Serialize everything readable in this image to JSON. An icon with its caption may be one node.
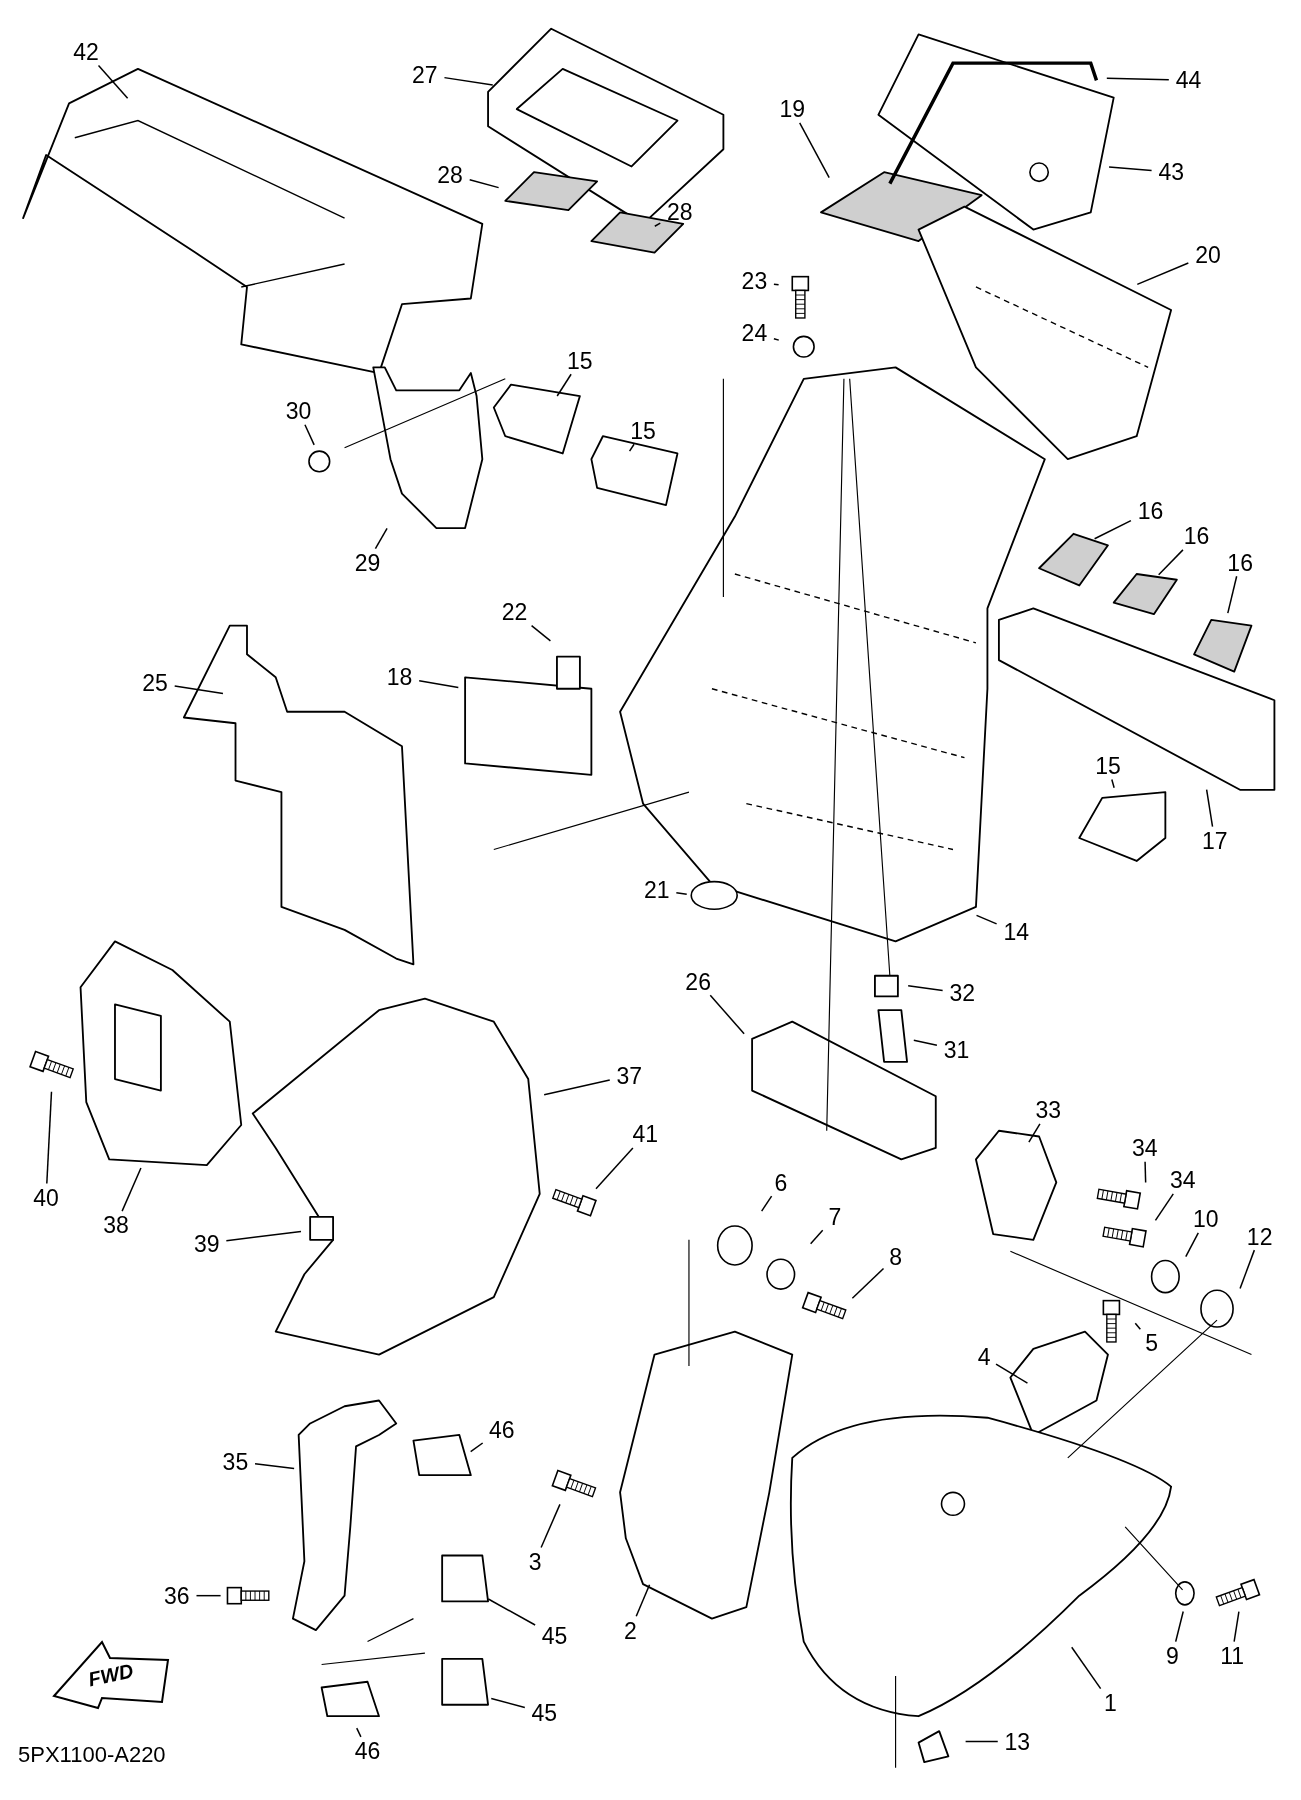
{
  "diagram": {
    "nodes": [
      {
        "text": [
          "42"
        ]
      },
      {
        "text": [
          "27"
        ]
      },
      {
        "text": [
          "28"
        ]
      },
      {
        "text": [
          "28"
        ]
      },
      {
        "text": [
          "19"
        ]
      },
      {
        "text": [
          "44"
        ]
      },
      {
        "text": [
          "43"
        ]
      },
      {
        "text": [
          "20"
        ]
      },
      {
        "text": [
          "23"
        ]
      },
      {
        "text": [
          "24"
        ]
      },
      {
        "text": [
          "15"
        ]
      },
      {
        "text": [
          "15"
        ]
      },
      {
        "text": [
          "30"
        ]
      },
      {
        "text": [
          "29"
        ]
      },
      {
        "text": [
          "16"
        ]
      },
      {
        "text": [
          "16"
        ]
      },
      {
        "text": [
          "16"
        ]
      },
      {
        "text": [
          "22"
        ]
      },
      {
        "text": [
          "25"
        ]
      },
      {
        "text": [
          "18"
        ]
      },
      {
        "text": [
          "15"
        ]
      },
      {
        "text": [
          "17"
        ]
      },
      {
        "text": [
          "21"
        ]
      },
      {
        "text": [
          "14"
        ]
      },
      {
        "text": [
          "26"
        ]
      },
      {
        "text": [
          "32"
        ]
      },
      {
        "text": [
          "31"
        ]
      },
      {
        "text": [
          "37"
        ]
      },
      {
        "text": [
          "41"
        ]
      },
      {
        "text": [
          "33"
        ]
      },
      {
        "text": [
          "34"
        ]
      },
      {
        "text": [
          "34"
        ]
      },
      {
        "text": [
          "6"
        ]
      },
      {
        "text": [
          "7"
        ]
      },
      {
        "text": [
          "10"
        ]
      },
      {
        "text": [
          "12"
        ]
      },
      {
        "text": [
          "40"
        ]
      },
      {
        "text": [
          "38"
        ]
      },
      {
        "text": [
          "39"
        ]
      },
      {
        "text": [
          "8"
        ]
      },
      {
        "text": [
          "5"
        ]
      },
      {
        "text": [
          "4"
        ]
      },
      {
        "text": [
          "46"
        ]
      },
      {
        "text": [
          "35"
        ]
      },
      {
        "text": [
          "3"
        ]
      },
      {
        "text": [
          "36"
        ]
      },
      {
        "text": [
          "2"
        ]
      },
      {
        "text": [
          "45"
        ]
      },
      {
        "text": [
          "9"
        ]
      },
      {
        "text": [
          "11"
        ]
      },
      {
        "text": [
          "1"
        ]
      },
      {
        "text": [
          "45"
        ]
      },
      {
        "text": [
          "46"
        ]
      },
      {
        "text": [
          "13"
        ]
      }
    ],
    "edges": [
      {
        "from": 0,
        "to": null,
        "arrow": "none"
      },
      {
        "from": 1,
        "to": null,
        "arrow": "none"
      },
      {
        "from": 2,
        "to": null,
        "arrow": "none"
      },
      {
        "from": 3,
        "to": null,
        "arrow": "none"
      },
      {
        "from": 4,
        "to": null,
        "arrow": "none"
      },
      {
        "from": 5,
        "to": null,
        "arrow": "none"
      },
      {
        "from": 6,
        "to": null,
        "arrow": "none"
      },
      {
        "from": 7,
        "to": null,
        "arrow": "none"
      },
      {
        "from": 8,
        "to": null,
        "arrow": "none"
      },
      {
        "from": 9,
        "to": null,
        "arrow": "none"
      },
      {
        "from": 10,
        "to": null,
        "arrow": "none"
      },
      {
        "from": 11,
        "to": null,
        "arrow": "none"
      },
      {
        "from": 12,
        "to": null,
        "arrow": "none"
      },
      {
        "from": 13,
        "to": null,
        "arrow": "none"
      },
      {
        "from": 14,
        "to": null,
        "arrow": "none"
      },
      {
        "from": 15,
        "to": null,
        "arrow": "none"
      },
      {
        "from": 16,
        "to": null,
        "arrow": "none"
      },
      {
        "from": 17,
        "to": null,
        "arrow": "none"
      },
      {
        "from": 18,
        "to": null,
        "arrow": "none"
      },
      {
        "from": 19,
        "to": null,
        "arrow": "none"
      },
      {
        "from": 20,
        "to": null,
        "arrow": "none"
      },
      {
        "from": 21,
        "to": null,
        "arrow": "none"
      },
      {
        "from": 22,
        "to": null,
        "arrow": "none"
      },
      {
        "from": 23,
        "to": null,
        "arrow": "none"
      },
      {
        "from": 24,
        "to": null,
        "arrow": "none"
      },
      {
        "from": 25,
        "to": null,
        "arrow": "none"
      },
      {
        "from": 26,
        "to": null,
        "arrow": "none"
      },
      {
        "from": 27,
        "to": null,
        "arrow": "none"
      },
      {
        "from": 28,
        "to": null,
        "arrow": "none"
      },
      {
        "from": 29,
        "to": null,
        "arrow": "none"
      },
      {
        "from": 30,
        "to": null,
        "arrow": "none"
      },
      {
        "from": 31,
        "to": null,
        "arrow": "none"
      },
      {
        "from": 32,
        "to": null,
        "arrow": "none"
      },
      {
        "from": 33,
        "to": null,
        "arrow": "none"
      },
      {
        "from": 34,
        "to": null,
        "arrow": "none"
      },
      {
        "from": 35,
        "to": null,
        "arrow": "none"
      },
      {
        "from": 36,
        "to": null,
        "arrow": "none"
      },
      {
        "from": 37,
        "to": null,
        "arrow": "none"
      },
      {
        "from": 38,
        "to": null,
        "arrow": "none"
      },
      {
        "from": 39,
        "to": null,
        "arrow": "none"
      },
      {
        "from": 40,
        "to": null,
        "arrow": "none"
      },
      {
        "from": 41,
        "to": null,
        "arrow": "none"
      },
      {
        "from": 42,
        "to": null,
        "arrow": "none"
      },
      {
        "from": 43,
        "to": null,
        "arrow": "none"
      },
      {
        "from": 44,
        "to": null,
        "arrow": "none"
      },
      {
        "from": 45,
        "to": null,
        "arrow": "none"
      },
      {
        "from": 46,
        "to": null,
        "arrow": "none"
      },
      {
        "from": 47,
        "to": null,
        "arrow": "none"
      },
      {
        "from": 48,
        "to": null,
        "arrow": "none"
      },
      {
        "from": 49,
        "to": null,
        "arrow": "none"
      },
      {
        "from": 50,
        "to": null,
        "arrow": "none"
      },
      {
        "from": 51,
        "to": null,
        "arrow": "none"
      },
      {
        "from": 52,
        "to": null,
        "arrow": "none"
      },
      {
        "from": 53,
        "to": null,
        "arrow": "none"
      }
    ],
    "labels": [
      "FWD",
      "5PX1100-A220"
    ]
  }
}
